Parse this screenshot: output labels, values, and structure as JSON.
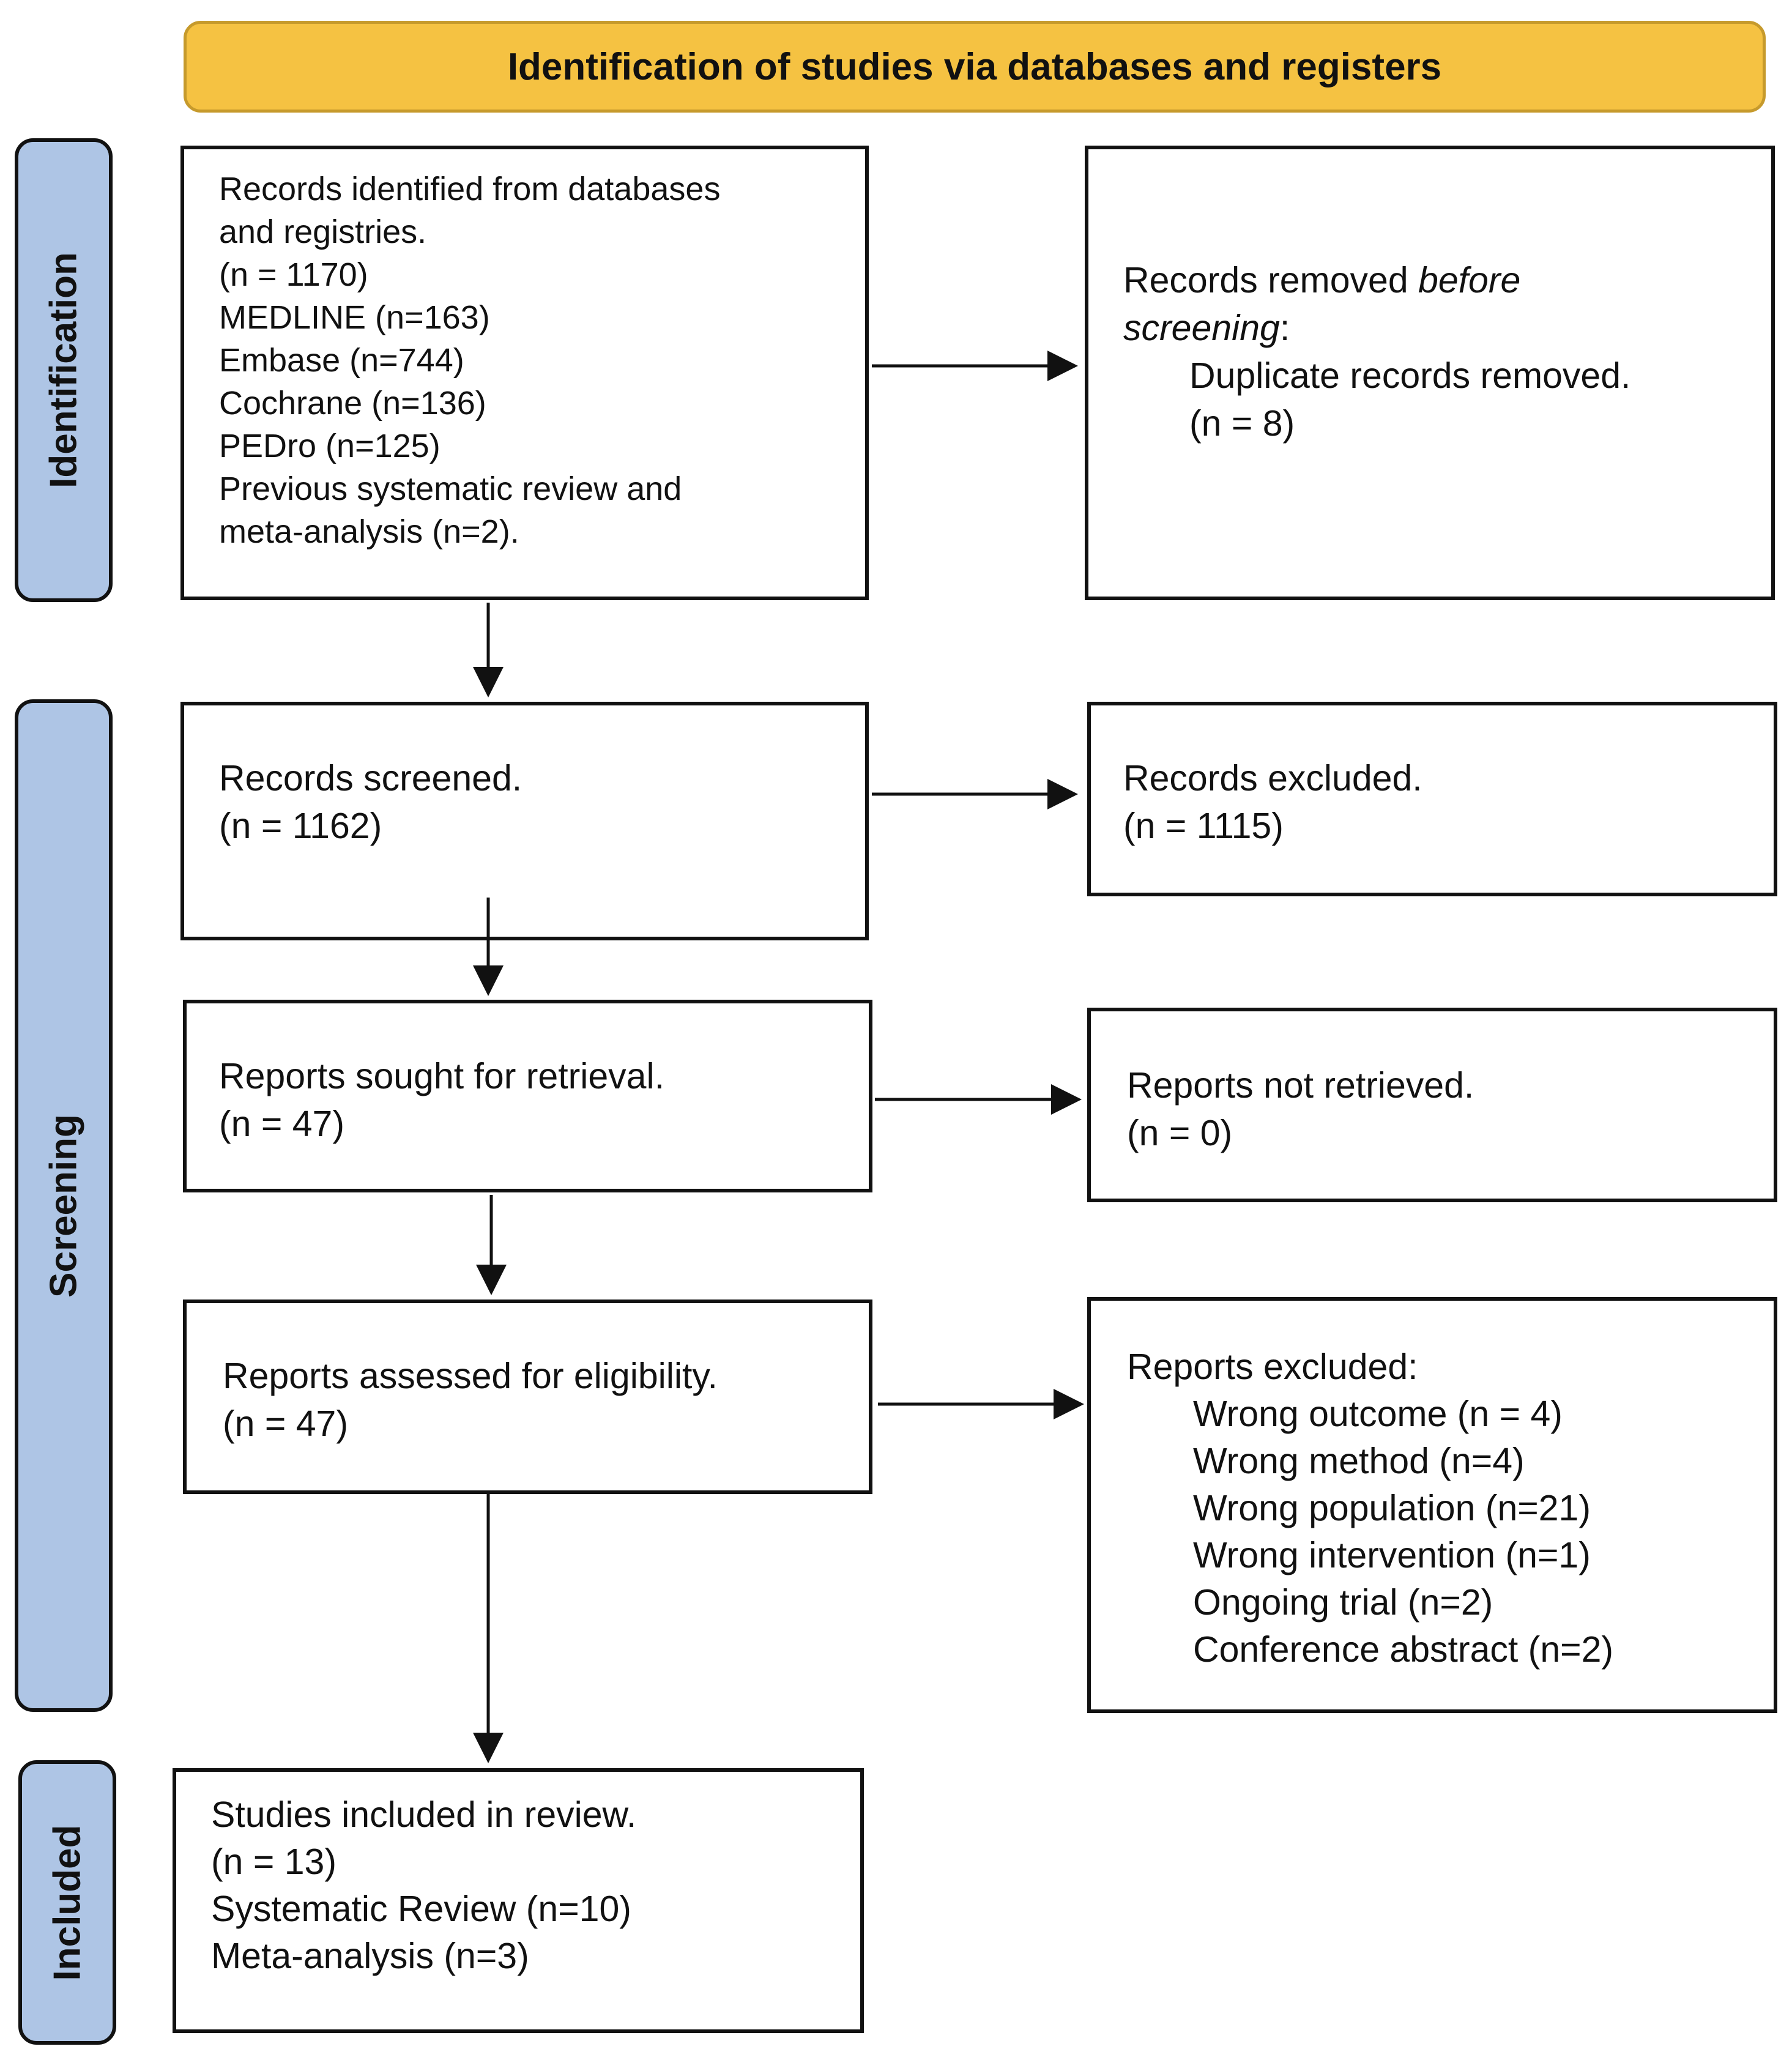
{
  "header": {
    "title": "Identification of studies via databases and registers"
  },
  "phases": {
    "identification": "Identification",
    "screening": "Screening",
    "included": "Included"
  },
  "boxes": {
    "identified": {
      "lines": [
        "Records identified from databases",
        "and registries.",
        "(n = 1170)",
        "MEDLINE (n=163)",
        "Embase (n=744)",
        "Cochrane (n=136)",
        "PEDro (n=125)",
        "Previous systematic review and",
        "meta-analysis (n=2)."
      ]
    },
    "removed": {
      "title_prefix": "Records removed ",
      "title_emph_1": "before",
      "title_emph_2": "screening",
      "title_suffix": ":",
      "detail": "Duplicate records removed.",
      "count": "(n = 8)"
    },
    "screened": {
      "label": "Records screened.",
      "count": "(n = 1162)"
    },
    "excluded": {
      "label": "Records excluded.",
      "count": "(n = 1115)"
    },
    "sought": {
      "label": "Reports sought for retrieval.",
      "count": "(n = 47)"
    },
    "not_retrieved": {
      "label": "Reports not retrieved.",
      "count": "(n = 0)"
    },
    "assessed": {
      "label": "Reports assessed for eligibility.",
      "count": "(n = 47)"
    },
    "reports_excluded": {
      "label": "Reports excluded:",
      "reasons": [
        "Wrong outcome (n = 4)",
        "Wrong method (n=4)",
        "Wrong population (n=21)",
        "Wrong intervention (n=1)",
        "Ongoing trial (n=2)",
        "Conference abstract (n=2)"
      ]
    },
    "included": {
      "lines": [
        "Studies included in review.",
        "(n = 13)",
        "Systematic Review (n=10)",
        "Meta-analysis (n=3)"
      ]
    }
  }
}
